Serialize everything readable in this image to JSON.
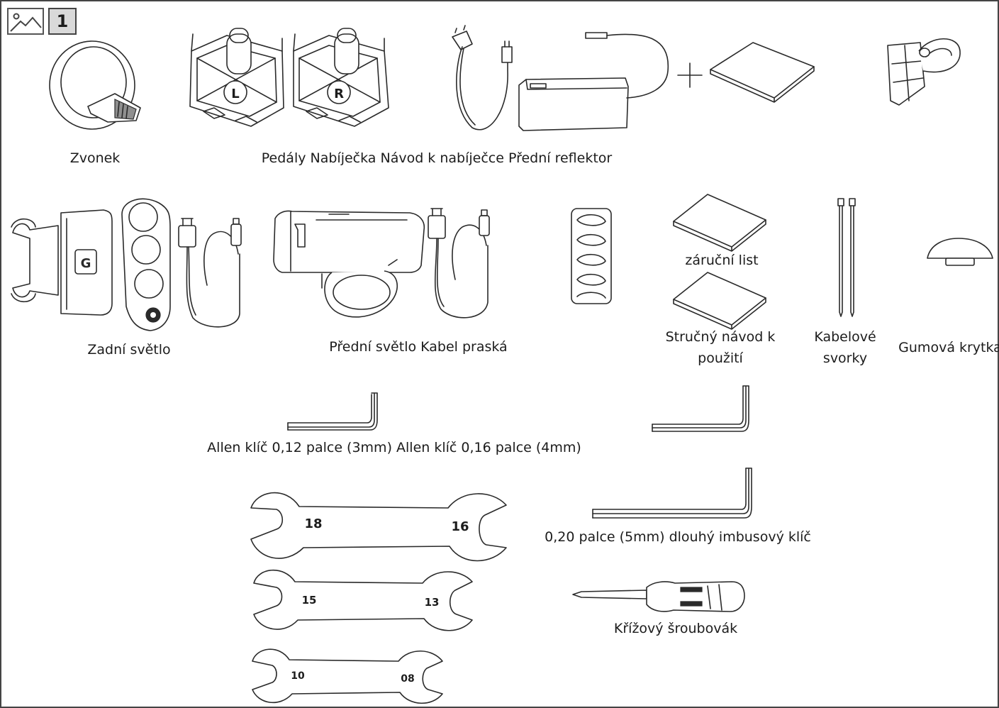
{
  "badge": {
    "step_number": "1"
  },
  "icons": {
    "header_icon": "image-icon"
  },
  "labels": {
    "bell": "Zvonek",
    "row1_group": "Pedály Nabíječka Návod k nabíječce Přední reflektor",
    "rear_light": "Zadní světlo",
    "front_light_group": "Přední světlo Kabel praská",
    "warranty_card": "záruční list",
    "quick_guide_line1": "Stručný návod k",
    "quick_guide_line2": "použití",
    "cable_ties_line1": "Kabelové",
    "cable_ties_line2": "svorky",
    "rubber_cap": "Gumová krytka",
    "allen_keys": "Allen klíč 0,12 palce (3mm) Allen klíč 0,16 palce (4mm)",
    "long_hex_key": "0,20 palce (5mm) dlouhý imbusový klíč",
    "screwdriver": "Křížový šroubovák"
  },
  "pedals": {
    "left_mark": "L",
    "right_mark": "R"
  },
  "wrenches": [
    {
      "left": "18",
      "right": "16"
    },
    {
      "left": "15",
      "right": "13"
    },
    {
      "left": "10",
      "right": "08"
    }
  ]
}
